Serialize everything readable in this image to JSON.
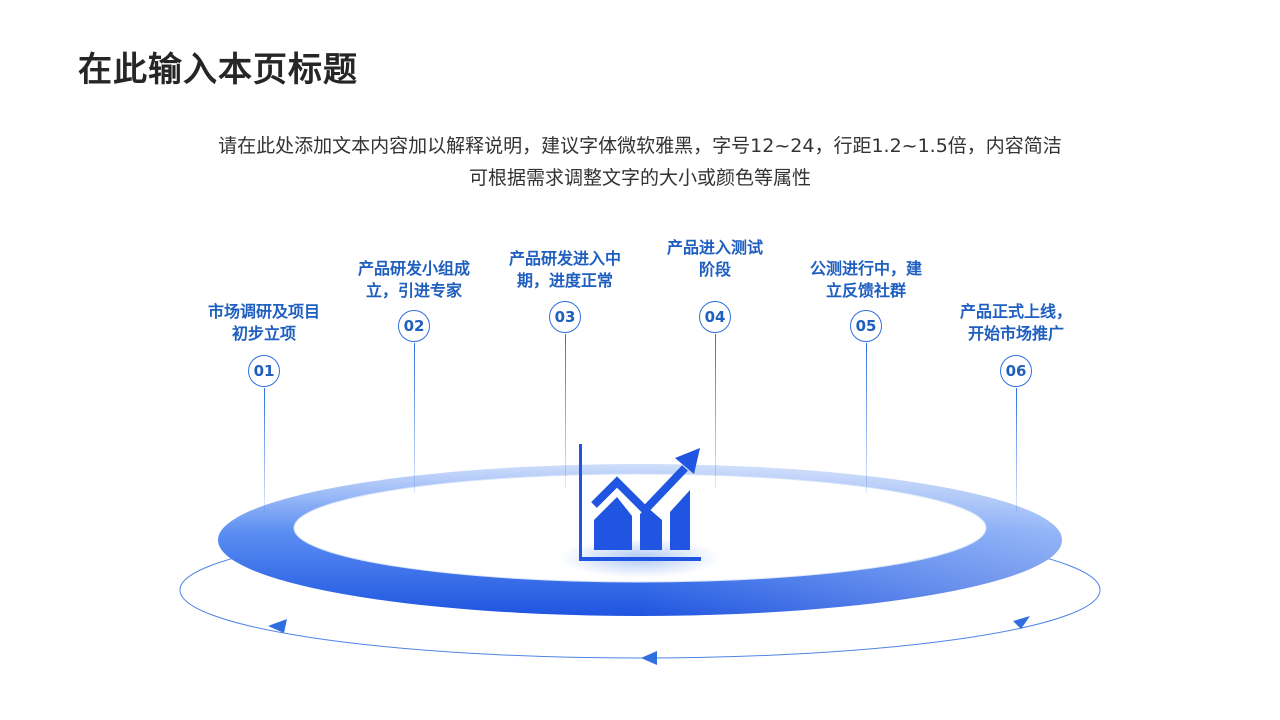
{
  "title": "在此输入本页标题",
  "subtitle": {
    "line1": "请在此处添加文本内容加以解释说明，建议字体微软雅黑，字号12~24，行距1.2~1.5倍，内容简洁",
    "line2": "可根据需求调整文字的大小或颜色等属性"
  },
  "steps": [
    {
      "number": "01",
      "line1": "市场调研及项目",
      "line2": "初步立项"
    },
    {
      "number": "02",
      "line1": "产品研发小组成",
      "line2": "立，引进专家"
    },
    {
      "number": "03",
      "line1": "产品研发进入中",
      "line2": "期，进度正常"
    },
    {
      "number": "04",
      "line1": "产品进入测试",
      "line2": "阶段"
    },
    {
      "number": "05",
      "line1": "公测进行中，建",
      "line2": "立反馈社群"
    },
    {
      "number": "06",
      "line1": "产品正式上线，",
      "line2": "开始市场推广"
    }
  ],
  "center_icon": "rising-chart-icon",
  "colors": {
    "accent": "#2f6fe0",
    "label": "#1f5fbf",
    "title": "#262626"
  }
}
